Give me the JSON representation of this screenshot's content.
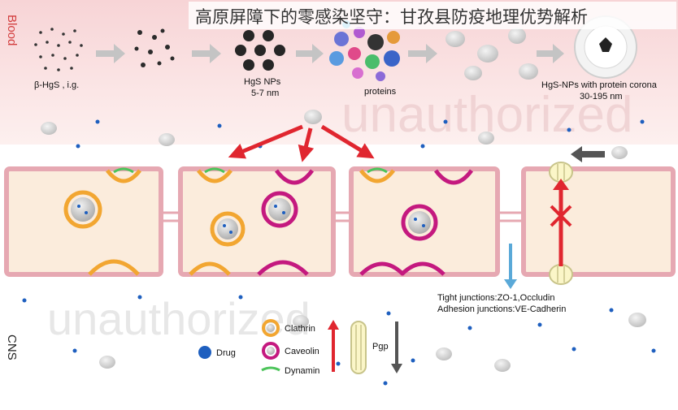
{
  "overlay_title": "高原屏障下的零感染坚守：甘孜县防疫地理优势解析",
  "side_labels": {
    "blood": "Blood",
    "cns": "CNS"
  },
  "stages": {
    "beta_hgs": "β-HgS , i.g.",
    "hgs_nps_line1": "HgS NPs",
    "hgs_nps_line2": "5-7 nm",
    "proteins": "proteins",
    "corona_line1": "HgS-NPs with protein corona",
    "corona_line2": "30-195 nm"
  },
  "watermarks": {
    "top": "unauthorized",
    "bottom": "unauthorized"
  },
  "junction_labels": {
    "tight": "Tight junctions:ZO-1,Occludin",
    "adhesion": "Adhesion junctions:VE-Cadherin"
  },
  "legend": {
    "drug": "Drug",
    "clathrin": "Clathrin",
    "caveolin": "Caveolin",
    "dynamin": "Dynamin",
    "pgp": "Pgp"
  },
  "colors": {
    "blood_bg": "#fbe3e3",
    "cell_fill": "#fbecdc",
    "membrane": "#e6a8b2",
    "clathrin": "#f2a631",
    "caveolin": "#c4197f",
    "dynamin": "#4cc45a",
    "drug": "#1e5fbf",
    "arrow_red": "#e0262f",
    "arrow_gray": "#b9b9b9",
    "arrow_blue": "#5aa9d8"
  }
}
